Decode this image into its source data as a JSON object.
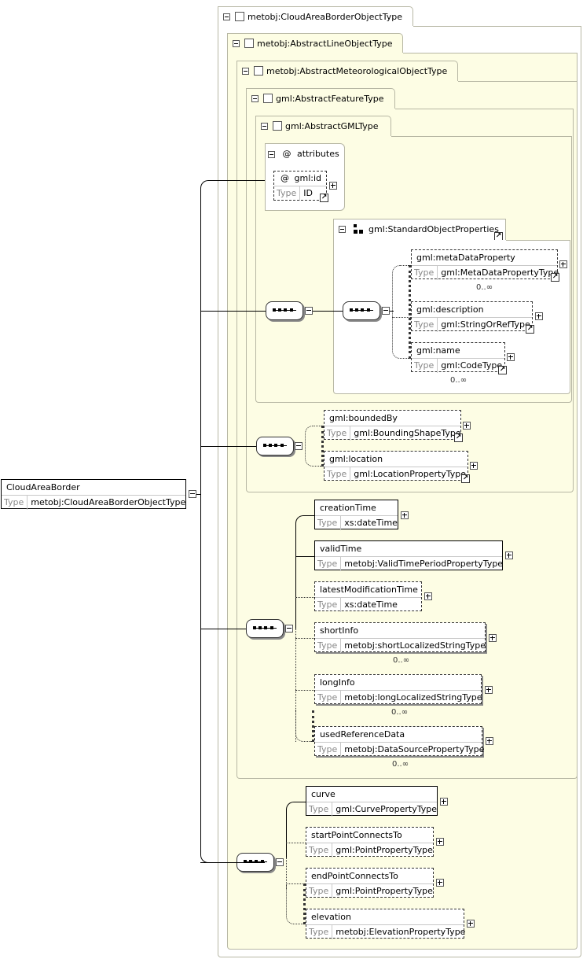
{
  "types": {
    "t1": "metobj:CloudAreaBorderObjectType",
    "t2": "metobj:AbstractLineObjectType",
    "t3": "metobj:AbstractMeteorologicalObjectType",
    "t4": "gml:AbstractFeatureType",
    "t5": "gml:AbstractGMLType"
  },
  "attributes": {
    "group_label": "attributes",
    "at_symbol": "@",
    "id_name": "gml:id",
    "id_type": "ID"
  },
  "type_key": "Type",
  "group": {
    "name": "gml:StandardObjectProperties"
  },
  "gml_props": [
    {
      "name": "gml:metaDataProperty",
      "type": "gml:MetaDataPropertyType",
      "card": "0..∞"
    },
    {
      "name": "gml:description",
      "type": "gml:StringOrRefType",
      "card": ""
    },
    {
      "name": "gml:name",
      "type": "gml:CodeType",
      "card": "0..∞"
    }
  ],
  "feature_props": [
    {
      "name": "gml:boundedBy",
      "type": "gml:BoundingShapeType"
    },
    {
      "name": "gml:location",
      "type": "gml:LocationPropertyType"
    }
  ],
  "met_props": [
    {
      "name": "creationTime",
      "type": "xs:dateTime",
      "card": ""
    },
    {
      "name": "validTime",
      "type": "metobj:ValidTimePeriodPropertyType",
      "card": ""
    },
    {
      "name": "latestModificationTime",
      "type": "xs:dateTime",
      "card": ""
    },
    {
      "name": "shortInfo",
      "type": "metobj:shortLocalizedStringType",
      "card": "0..∞"
    },
    {
      "name": "longInfo",
      "type": "metobj:longLocalizedStringType",
      "card": "0..∞"
    },
    {
      "name": "usedReferenceData",
      "type": "metobj:DataSourcePropertyType",
      "card": "0..∞"
    }
  ],
  "line_props": [
    {
      "name": "curve",
      "type": "gml:CurvePropertyType"
    },
    {
      "name": "startPointConnectsTo",
      "type": "gml:PointPropertyType"
    },
    {
      "name": "endPointConnectsTo",
      "type": "gml:PointPropertyType"
    },
    {
      "name": "elevation",
      "type": "metobj:ElevationPropertyType"
    }
  ],
  "root": {
    "name": "CloudAreaBorder",
    "type": "metobj:CloudAreaBorderObjectType"
  },
  "icons": {
    "collapse": "minus-icon",
    "expand": "plus-icon",
    "jump": "jump-arrow-icon",
    "type": "complex-type-icon",
    "sequence": "sequence-icon",
    "group": "group-icon"
  }
}
